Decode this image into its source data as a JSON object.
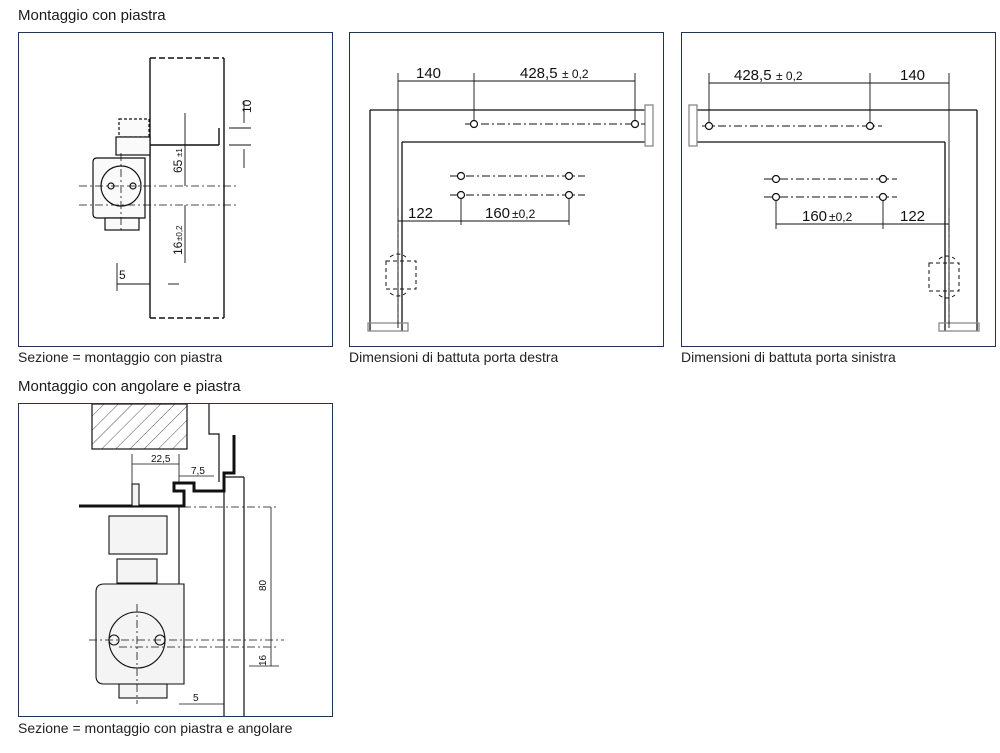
{
  "section1": {
    "title": "Montaggio con piastra"
  },
  "section2": {
    "title": "Montaggio con angolare e piastra"
  },
  "captions": {
    "panel1": "Sezione = montaggio con piastra",
    "panel2": "Dimensioni di battuta porta destra",
    "panel3": "Dimensioni di battuta porta sinistra",
    "panel4": "Sezione = montaggio con piastra e angolare"
  },
  "panel1": {
    "dim_10": "10",
    "dim_65": "65",
    "dim_65_tol": "±1",
    "dim_16": "16",
    "dim_16_tol": "±0,2",
    "dim_5": "5"
  },
  "panel2": {
    "dim_140": "140",
    "dim_428": "428,5",
    "dim_428_tol": "± 0,2",
    "dim_122": "122",
    "dim_160": "160",
    "dim_160_tol": "±0,2"
  },
  "panel3": {
    "dim_428": "428,5",
    "dim_428_tol": "± 0,2",
    "dim_140": "140",
    "dim_160": "160",
    "dim_160_tol": "±0,2",
    "dim_122": "122"
  },
  "panel4": {
    "dim_22_5": "22,5",
    "dim_7_5": "7,5",
    "dim_80": "80",
    "dim_16": "16",
    "dim_5": "5"
  },
  "colors": {
    "frame": "#1f3552",
    "line": "#1a1a1a"
  }
}
